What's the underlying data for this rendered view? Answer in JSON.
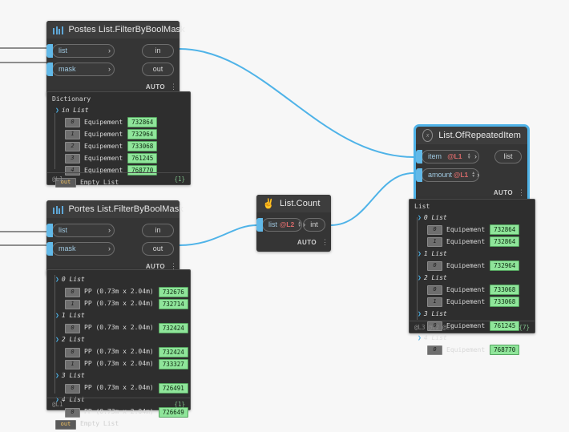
{
  "app": {
    "name": "dynamo-node-graph",
    "canvas_background": "#f7f7f7",
    "wire_color": "#4fb3e8",
    "accent": "#4fb3e8"
  },
  "nodes": [
    {
      "id": "postes-filter",
      "title": "Postes List.FilterByBoolMask",
      "icon": "list-bars-icon",
      "selected": false,
      "inputs": [
        {
          "label": "list",
          "level": "",
          "connected": true
        },
        {
          "label": "mask",
          "level": "",
          "connected": true
        }
      ],
      "outputs": [
        {
          "label": "in"
        },
        {
          "label": "out"
        }
      ],
      "run_mode": "AUTO",
      "menu": "⋮"
    },
    {
      "id": "portes-filter",
      "title": "Portes List.FilterByBoolMask",
      "icon": "list-bars-icon",
      "selected": false,
      "inputs": [
        {
          "label": "list",
          "level": "",
          "connected": true
        },
        {
          "label": "mask",
          "level": "",
          "connected": true
        }
      ],
      "outputs": [
        {
          "label": "in"
        },
        {
          "label": "out"
        }
      ],
      "run_mode": "AUTO",
      "menu": "⋮"
    },
    {
      "id": "list-count",
      "title": "List.Count",
      "icon": "hand-cursor-icon",
      "selected": false,
      "inputs": [
        {
          "label": "list",
          "level": "@L2",
          "connected": true
        }
      ],
      "outputs": [
        {
          "label": "int"
        }
      ],
      "run_mode": "AUTO",
      "menu": "⋮"
    },
    {
      "id": "list-ofrepeateditem",
      "title": "List.OfRepeatedItem",
      "icon": "function-circle-icon",
      "selected": true,
      "inputs": [
        {
          "label": "item",
          "level": "@L1",
          "connected": true
        },
        {
          "label": "amount",
          "level": "@L1",
          "connected": true
        }
      ],
      "outputs": [
        {
          "label": "list"
        }
      ],
      "run_mode": "AUTO",
      "menu": "⋮"
    }
  ],
  "watch_nodes": [
    {
      "id": "watch-dictionary",
      "title": "Dictionary",
      "footer_left": [
        "@L1"
      ],
      "footer_count": "{1}",
      "rows": [
        {
          "indent": 0,
          "caret": true,
          "sublabel": "in List"
        },
        {
          "indent": 1,
          "index": "0",
          "key": "Equipement",
          "value": "732864"
        },
        {
          "indent": 1,
          "index": "1",
          "key": "Equipement",
          "value": "732964"
        },
        {
          "indent": 1,
          "index": "2",
          "key": "Equipement",
          "value": "733068"
        },
        {
          "indent": 1,
          "index": "3",
          "key": "Equipement",
          "value": "761245"
        },
        {
          "indent": 1,
          "index": "4",
          "key": "Equipement",
          "value": "768770"
        },
        {
          "indent": 0,
          "outbox": "out",
          "text": "Empty List"
        }
      ]
    },
    {
      "id": "watch-portes",
      "title": "",
      "footer_left": [
        "@L1"
      ],
      "footer_count": "{1}",
      "rows": [
        {
          "indent": 0,
          "caret": true,
          "sublabel": "0 List"
        },
        {
          "indent": 1,
          "index": "0",
          "key": "PP (0.73m x 2.04m)",
          "value": "732676"
        },
        {
          "indent": 1,
          "index": "1",
          "key": "PP (0.73m x 2.04m)",
          "value": "732714"
        },
        {
          "indent": 0,
          "caret": true,
          "sublabel": "1 List"
        },
        {
          "indent": 1,
          "index": "0",
          "key": "PP (0.73m x 2.04m)",
          "value": "732424"
        },
        {
          "indent": 0,
          "caret": true,
          "sublabel": "2 List"
        },
        {
          "indent": 1,
          "index": "0",
          "key": "PP (0.73m x 2.04m)",
          "value": "732424"
        },
        {
          "indent": 1,
          "index": "1",
          "key": "PP (0.73m x 2.04m)",
          "value": "733327"
        },
        {
          "indent": 0,
          "caret": true,
          "sublabel": "3 List"
        },
        {
          "indent": 1,
          "index": "0",
          "key": "PP (0.73m x 2.04m)",
          "value": "726491"
        },
        {
          "indent": 0,
          "caret": true,
          "sublabel": "4 List"
        },
        {
          "indent": 1,
          "index": "0",
          "key": "PP (0.73m x 2.04m)",
          "value": "726649"
        },
        {
          "indent": 0,
          "outbox": "out",
          "text": "Empty List"
        }
      ]
    },
    {
      "id": "watch-repeated",
      "title": "List",
      "footer_left": [
        "@L3",
        "@L2",
        "@L1"
      ],
      "footer_count": "{7}",
      "rows": [
        {
          "indent": 0,
          "caret": true,
          "sublabel": "0 List"
        },
        {
          "indent": 1,
          "index": "0",
          "key": "Equipement",
          "value": "732864"
        },
        {
          "indent": 1,
          "index": "1",
          "key": "Equipement",
          "value": "732864"
        },
        {
          "indent": 0,
          "caret": true,
          "sublabel": "1 List"
        },
        {
          "indent": 1,
          "index": "0",
          "key": "Equipement",
          "value": "732964"
        },
        {
          "indent": 0,
          "caret": true,
          "sublabel": "2 List"
        },
        {
          "indent": 1,
          "index": "0",
          "key": "Equipement",
          "value": "733068"
        },
        {
          "indent": 1,
          "index": "1",
          "key": "Equipement",
          "value": "733068"
        },
        {
          "indent": 0,
          "caret": true,
          "sublabel": "3 List"
        },
        {
          "indent": 1,
          "index": "0",
          "key": "Equipement",
          "value": "761245"
        },
        {
          "indent": 0,
          "caret": true,
          "sublabel": "4 List"
        },
        {
          "indent": 1,
          "index": "0",
          "key": "Equipement",
          "value": "768770"
        }
      ]
    }
  ]
}
